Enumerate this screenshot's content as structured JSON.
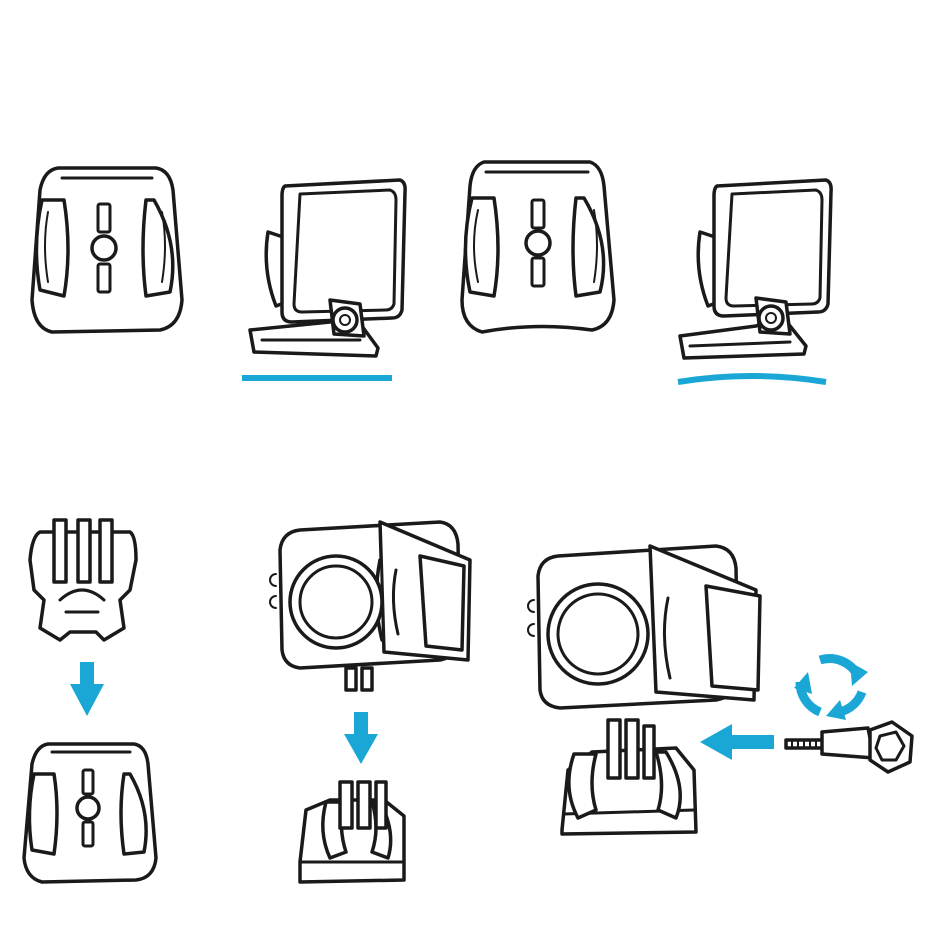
{
  "colors": {
    "accent": "#1aa7d6",
    "line": "#1a1a1a",
    "background": "#ffffff"
  },
  "steps": [
    {
      "id": "flat-base-mount",
      "icon": "flat-adhesive-mount-icon"
    },
    {
      "id": "flat-surface-side",
      "icon": "flat-surface-line-icon"
    },
    {
      "id": "curved-base-mount",
      "icon": "curved-adhesive-mount-icon"
    },
    {
      "id": "curved-surface-side",
      "icon": "curved-surface-line-icon"
    },
    {
      "id": "buckle-into-base",
      "icon": "arrow-down-icon"
    },
    {
      "id": "camera-into-buckle",
      "icon": "arrow-down-icon"
    },
    {
      "id": "insert-thumb-screw",
      "icon": "arrow-left-icon"
    },
    {
      "id": "tighten-screw",
      "icon": "rotate-icon"
    }
  ]
}
